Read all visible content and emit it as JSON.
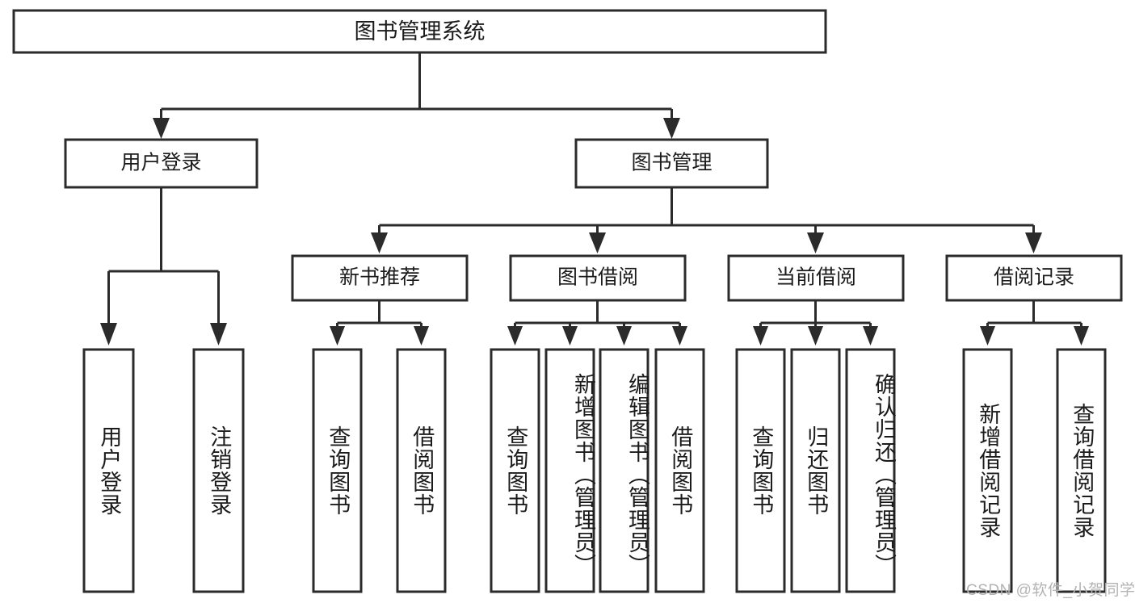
{
  "diagram": {
    "type": "tree-hierarchy-chart",
    "title": "图书管理系统",
    "root": {
      "id": "root",
      "label": "图书管理系统",
      "level": 1
    },
    "level2": [
      {
        "id": "user-login",
        "label": "用户登录"
      },
      {
        "id": "book-manage",
        "label": "图书管理"
      }
    ],
    "level3": [
      {
        "id": "new-book-recommend",
        "label": "新书推荐",
        "parent": "book-manage"
      },
      {
        "id": "book-borrow",
        "label": "图书借阅",
        "parent": "book-manage"
      },
      {
        "id": "current-borrow",
        "label": "当前借阅",
        "parent": "book-manage"
      },
      {
        "id": "borrow-record",
        "label": "借阅记录",
        "parent": "book-manage"
      }
    ],
    "leaves": [
      {
        "id": "leaf-user-login",
        "label": "用户登录",
        "parent": "user-login"
      },
      {
        "id": "leaf-logout",
        "label": "注销登录",
        "parent": "user-login"
      },
      {
        "id": "leaf-query-book-1",
        "label": "查询图书",
        "parent": "new-book-recommend"
      },
      {
        "id": "leaf-borrow-book-1",
        "label": "借阅图书",
        "parent": "new-book-recommend"
      },
      {
        "id": "leaf-query-book-2",
        "label": "查询图书",
        "parent": "book-borrow"
      },
      {
        "id": "leaf-add-book",
        "label": "新增图书（管理员）",
        "parent": "book-borrow"
      },
      {
        "id": "leaf-edit-book",
        "label": "编辑图书（管理员）",
        "parent": "book-borrow"
      },
      {
        "id": "leaf-borrow-book-2",
        "label": "借阅图书",
        "parent": "book-borrow"
      },
      {
        "id": "leaf-query-book-3",
        "label": "查询图书",
        "parent": "current-borrow"
      },
      {
        "id": "leaf-return-book",
        "label": "归还图书",
        "parent": "current-borrow"
      },
      {
        "id": "leaf-confirm-return",
        "label": "确认归还（管理员）",
        "parent": "current-borrow"
      },
      {
        "id": "leaf-add-record",
        "label": "新增借阅记录",
        "parent": "borrow-record"
      },
      {
        "id": "leaf-query-record",
        "label": "查询借阅记录",
        "parent": "borrow-record"
      }
    ]
  },
  "watermark": {
    "text": "CSDN @软件_小贺同学"
  },
  "colors": {
    "background": "#ffffff",
    "box_fill": "#ffffff",
    "box_stroke": "#2b2b2b",
    "connector": "#2b2b2b",
    "text": "#1b1b1b",
    "watermark": "#b3b3b3"
  }
}
